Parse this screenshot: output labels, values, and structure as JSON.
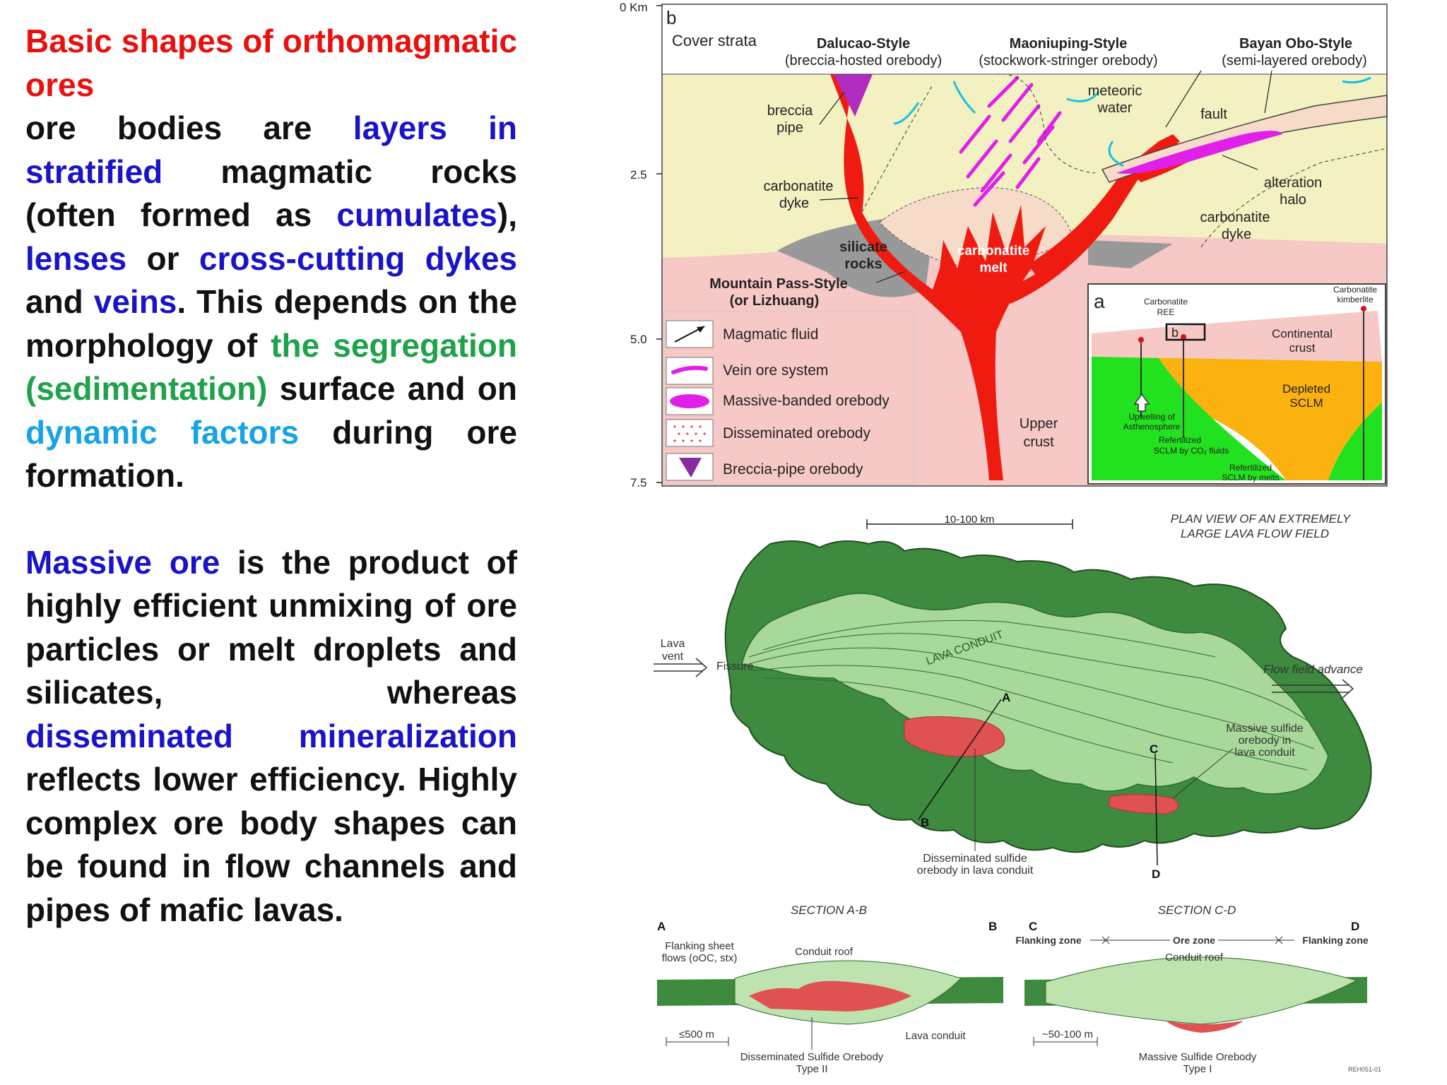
{
  "text": {
    "title": "Basic shapes of orthomagmatic ores",
    "p1": [
      {
        "t": "ore bodies are ",
        "c": ""
      },
      {
        "t": "layers in stratified",
        "c": "blue"
      },
      {
        "t": " magmatic rocks (often formed as ",
        "c": ""
      },
      {
        "t": "cumulates",
        "c": "blue"
      },
      {
        "t": "), ",
        "c": ""
      },
      {
        "t": "lenses",
        "c": "blue"
      },
      {
        "t": " or ",
        "c": ""
      },
      {
        "t": "cross-cutting dykes",
        "c": "blue"
      },
      {
        "t": " and ",
        "c": ""
      },
      {
        "t": "veins",
        "c": "blue"
      },
      {
        "t": ". This depends on the morphology of ",
        "c": ""
      },
      {
        "t": "the segregation (sedimentation)",
        "c": "green"
      },
      {
        "t": " surface and on ",
        "c": ""
      },
      {
        "t": "dynamic factors",
        "c": "cyan"
      },
      {
        "t": " during ore formation.",
        "c": ""
      }
    ],
    "p2": [
      {
        "t": "Massive ore",
        "c": "blue"
      },
      {
        "t": " is the product of highly efficient unmixing of ore particles or melt droplets and silicates, whereas ",
        "c": ""
      },
      {
        "t": "disseminated mineralization",
        "c": "blue"
      },
      {
        "t": " reflects lower efficiency. Highly complex ore body shapes can be found in flow channels and pipes of mafic lavas.",
        "c": ""
      }
    ]
  },
  "fig_b": {
    "panel_letter": "b",
    "depth_ticks": [
      "0 Km",
      "2.5",
      "5.0",
      "7.5"
    ],
    "cover_strata": "Cover strata",
    "styles": [
      {
        "name": "Dalucao-Style",
        "sub": "(breccia-hosted orebody)"
      },
      {
        "name": "Maoniuping-Style",
        "sub": "(stockwork-stringer orebody)"
      },
      {
        "name": "Bayan Obo-Style",
        "sub": "(semi-layered orebody)"
      }
    ],
    "labels": {
      "breccia_pipe": [
        "breccia",
        "pipe"
      ],
      "meteoric_water": [
        "meteoric",
        "water"
      ],
      "fault": "fault",
      "carbonatite_dyke_left": [
        "carbonatite",
        "dyke"
      ],
      "alteration_halo": [
        "alteration",
        "halo"
      ],
      "carbonatite_dyke_right": [
        "carbonatite",
        "dyke"
      ],
      "silicate_rocks": [
        "silicate",
        "rocks"
      ],
      "carbonatite_melt": [
        "carbonatite",
        "melt"
      ],
      "mountain_pass": [
        "Mountain Pass-Style",
        "(or Lizhuang)"
      ],
      "upper_crust": [
        "Upper",
        "crust"
      ]
    },
    "legend": [
      "Magmatic fluid",
      "Vein ore system",
      "Massive-banded orebody",
      "Disseminated orebody",
      "Breccia-pipe orebody"
    ],
    "inset": {
      "letter": "a",
      "b_box": "b",
      "carbonatite_ree": [
        "Carbonatite",
        "REE"
      ],
      "carbonatite_kimberlite": [
        "Carbonatite",
        "kimberlite"
      ],
      "continental_crust": [
        "Continental",
        "crust"
      ],
      "depleted_sclm": [
        "Depleted",
        "SCLM"
      ],
      "upwelling": [
        "Upwelling of",
        "Asthenosphere"
      ],
      "refertilized_co2": [
        "Refertilized",
        "SCLM by CO₂ fluids"
      ],
      "refertilized_melts": [
        "Refertilized",
        "SCLM by melts"
      ]
    },
    "colors": {
      "cover": "#f3f1c1",
      "crust": "#f7c9c6",
      "melt": "#f01b10",
      "silicate": "#999999",
      "vein": "#e020e8",
      "fluid": "#1bc0e0",
      "inset_green": "#22e11f",
      "inset_orange": "#fbb20f"
    }
  },
  "fig_plan": {
    "scale": "10-100 km",
    "title": [
      "PLAN VIEW OF AN EXTREMELY",
      "LARGE LAVA FLOW FIELD"
    ],
    "lava_vent": [
      "Lava",
      "vent"
    ],
    "fissure": "Fissure",
    "lava_conduit": "LAVA CONDUIT",
    "flow_advance": "Flow field advance",
    "massive_sulfide": [
      "Massive sulfide",
      "orebody in",
      "lava conduit"
    ],
    "disseminated": [
      "Disseminated sulfide",
      "orebody in lava conduit"
    ],
    "points": [
      "A",
      "B",
      "C",
      "D"
    ],
    "colors": {
      "dark": "#3e8a3e",
      "light": "#a8d89a",
      "ore": "#e05252"
    }
  },
  "fig_sections": {
    "ab": {
      "title": "SECTION A-B",
      "left": "A",
      "right": "B",
      "flanking": [
        "Flanking sheet",
        "flows (oOC, stx)"
      ],
      "roof": "Conduit roof",
      "scale": "≤500 m",
      "conduit": "Lava conduit",
      "caption": [
        "Disseminated Sulfide Orebody",
        "Type II"
      ]
    },
    "cd": {
      "title": "SECTION C-D",
      "left": "C",
      "right": "D",
      "flank_left": "Flanking zone",
      "ore_zone": "Ore zone",
      "flank_right": "Flanking zone",
      "roof": "Conduit roof",
      "scale": "~50-100 m",
      "caption": [
        "Massive Sulfide Orebody",
        "Type I"
      ]
    },
    "ref": "REH051-01"
  }
}
